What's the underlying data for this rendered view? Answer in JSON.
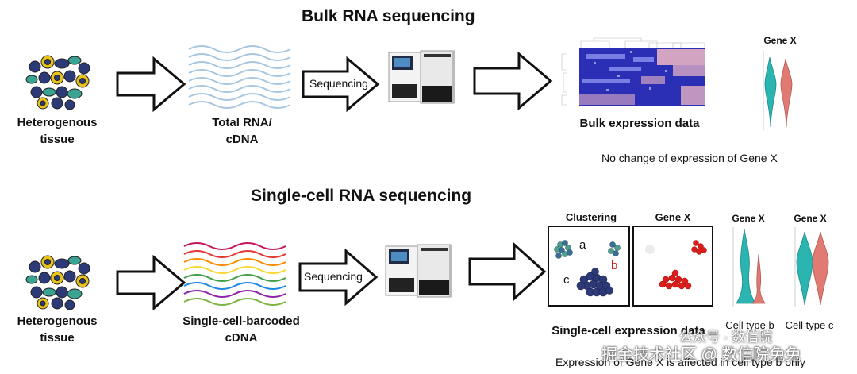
{
  "bulk": {
    "title": "Bulk RNA sequencing",
    "tissue_label": "Heterogenous tissue",
    "rna_label": "Total RNA/ cDNA",
    "sequencing_label": "Sequencing",
    "expression_label": "Bulk expression data",
    "gene_label": "Gene X",
    "conclusion": "No change of expression of Gene X"
  },
  "single": {
    "title": "Single-cell RNA sequencing",
    "tissue_label": "Heterogenous tissue",
    "cdna_label": "Single-cell-barcoded cDNA",
    "sequencing_label": "Sequencing",
    "clustering_label": "Clustering",
    "gene_panel_label": "Gene X",
    "cluster_a": "a",
    "cluster_b": "b",
    "cluster_c": "c",
    "expression_label": "Single-cell expression data",
    "violin_b_gene": "Gene X",
    "violin_c_gene": "Gene X",
    "cell_type_b": "Cell type b",
    "cell_type_c": "Cell type c",
    "conclusion": "Expression of Gene X is affected in cell type b only"
  },
  "watermark": {
    "line1": "公众号 · 数信院",
    "line2": "掘金技术社区 @ 数信院兔兔"
  },
  "colors": {
    "violin_teal": "#2ab5b0",
    "violin_salmon": "#e07a72",
    "cluster_red": "#dd1c1c",
    "cell_navy": "#2d3a78",
    "cell_yellow": "#e8c31c",
    "heatmap_blue": "#2a2fb5"
  }
}
